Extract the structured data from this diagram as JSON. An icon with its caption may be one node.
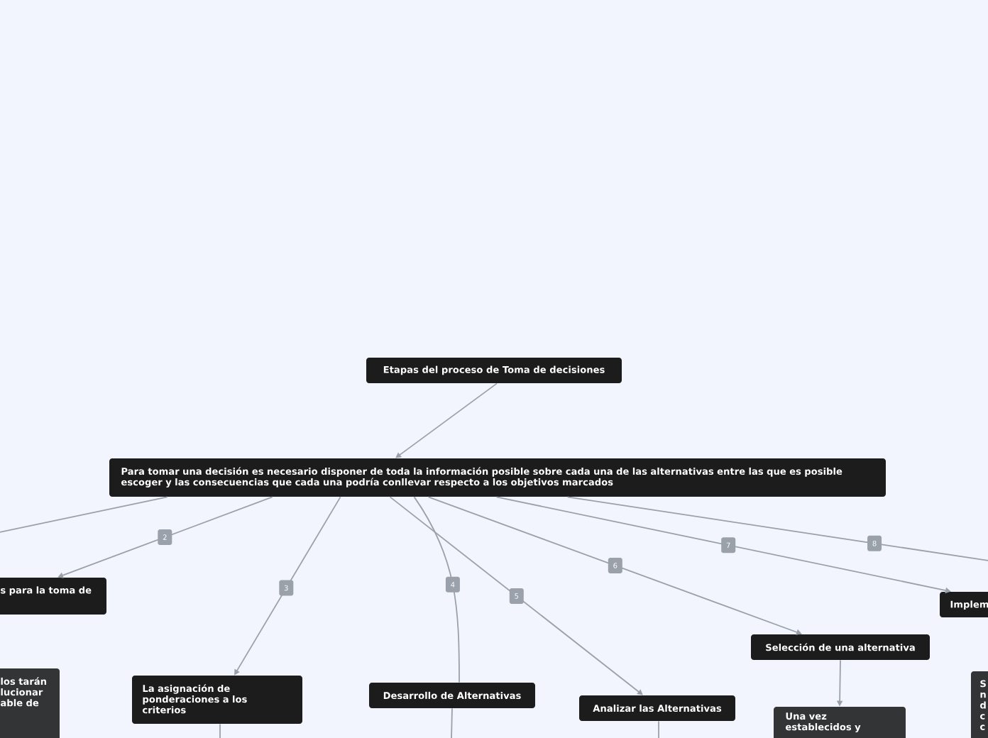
{
  "diagram": {
    "nodes": [
      {
        "text": [
          "Etapas del proceso de Toma de decisiones"
        ]
      },
      {
        "text": [
          "Para tomar una decisión es necesario disponer de toda la información posible sobre cada una de las alternativas entre las que es posible escoger y las consecuencias que cada una podría conllevar respecto a los objetivos marcados"
        ]
      },
      {
        "text": [
          "s para la toma de"
        ]
      },
      {
        "text": [
          "La asignación de ponderaciones a los criterios"
        ]
      },
      {
        "text": [
          "Desarrollo de Alternativas"
        ]
      },
      {
        "text": [
          "Analizar las Alternativas"
        ]
      },
      {
        "text": [
          "Selección de una alternativa"
        ]
      },
      {
        "text": [
          "Implem"
        ]
      },
      {
        "text": [
          "Una vez establecidos y"
        ]
      },
      {
        "text": [
          "los tarán lucionar able de"
        ]
      },
      {
        "text": [
          "S n d c c"
        ]
      }
    ],
    "edges": [
      {
        "from": 0,
        "to": 1,
        "arrow": "to"
      },
      {
        "from": 1,
        "to": null,
        "arrow": "none"
      },
      {
        "from": 1,
        "to": 2,
        "arrow": "to",
        "label": "2"
      },
      {
        "from": 1,
        "to": 3,
        "arrow": "to",
        "label": "3"
      },
      {
        "from": 1,
        "to": 4,
        "arrow": "none",
        "label": "4"
      },
      {
        "from": 1,
        "to": 5,
        "arrow": "to",
        "label": "5"
      },
      {
        "from": 1,
        "to": 6,
        "arrow": "to",
        "label": "6"
      },
      {
        "from": 1,
        "to": 7,
        "arrow": "to",
        "label": "7"
      },
      {
        "from": 1,
        "to": null,
        "arrow": "none",
        "label": "8"
      },
      {
        "from": 3,
        "to": null,
        "arrow": "none"
      },
      {
        "from": 4,
        "to": null,
        "arrow": "none"
      },
      {
        "from": 5,
        "to": null,
        "arrow": "none"
      },
      {
        "from": 6,
        "to": 8,
        "arrow": "to"
      }
    ]
  }
}
